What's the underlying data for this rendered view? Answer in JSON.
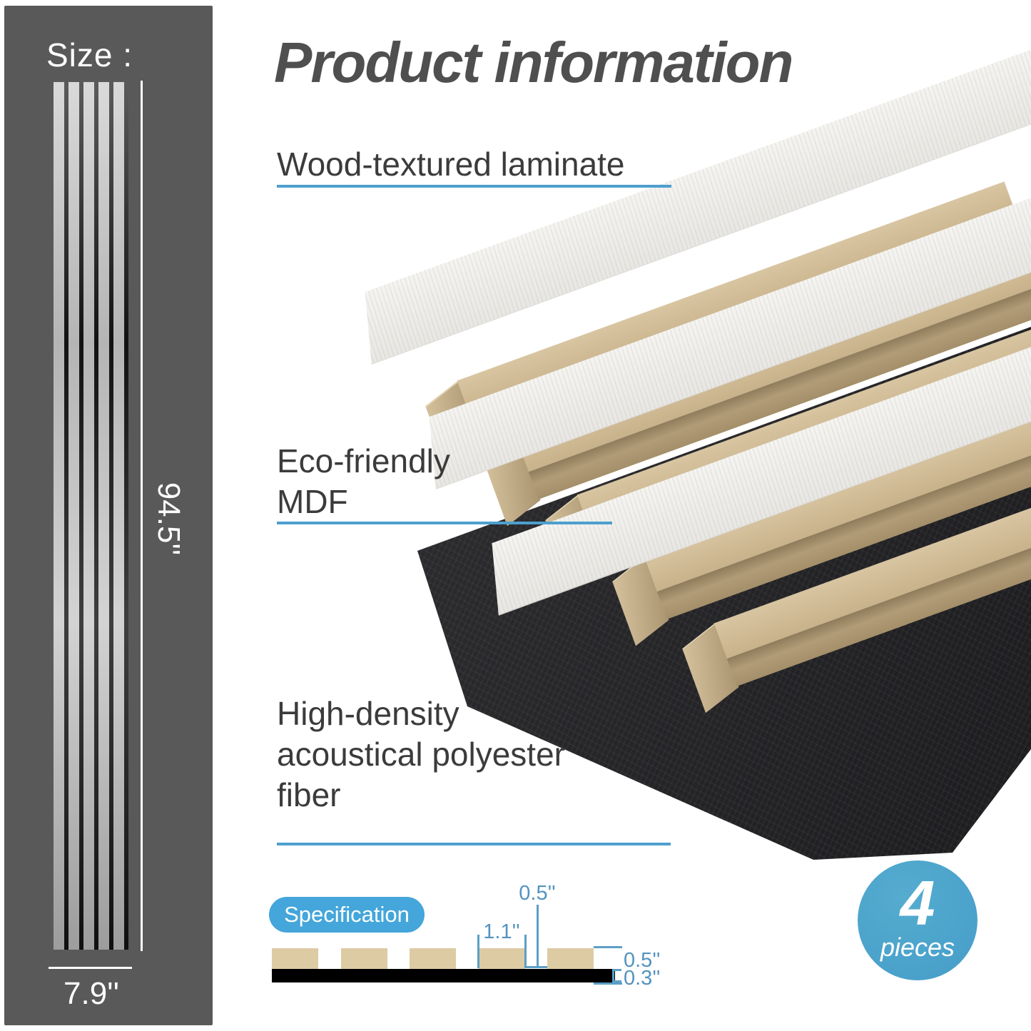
{
  "header": {
    "title": "Product information"
  },
  "sidebar": {
    "size_label": "Size :",
    "panel_height": "94.5''",
    "panel_width": "7.9''"
  },
  "annotations": [
    {
      "id": "laminate",
      "lines": [
        "Wood-textured laminate"
      ]
    },
    {
      "id": "mdf",
      "lines": [
        "Eco-friendly",
        "MDF"
      ]
    },
    {
      "id": "fiber",
      "lines": [
        "High-density",
        "acoustical polyester",
        "fiber"
      ]
    }
  ],
  "specification": {
    "badge_label": "Specification",
    "dimensions": {
      "slat_gap": "0.5''",
      "slat_width": "1.1''",
      "slat_thickness": "0.5''",
      "base_thickness": "0.3''"
    }
  },
  "quantity_badge": {
    "value": "4",
    "unit": "pieces"
  },
  "colors": {
    "accent_blue": "#44a6da",
    "underline_blue": "#4d9fce",
    "dimension_blue": "#5493bf",
    "sidebar_gray": "#595959",
    "mdf_tan": "#cdb994",
    "fiber_black": "#2b2b2e",
    "laminate_white": "#f2f1ee",
    "title_gray": "#4f4f4f"
  }
}
